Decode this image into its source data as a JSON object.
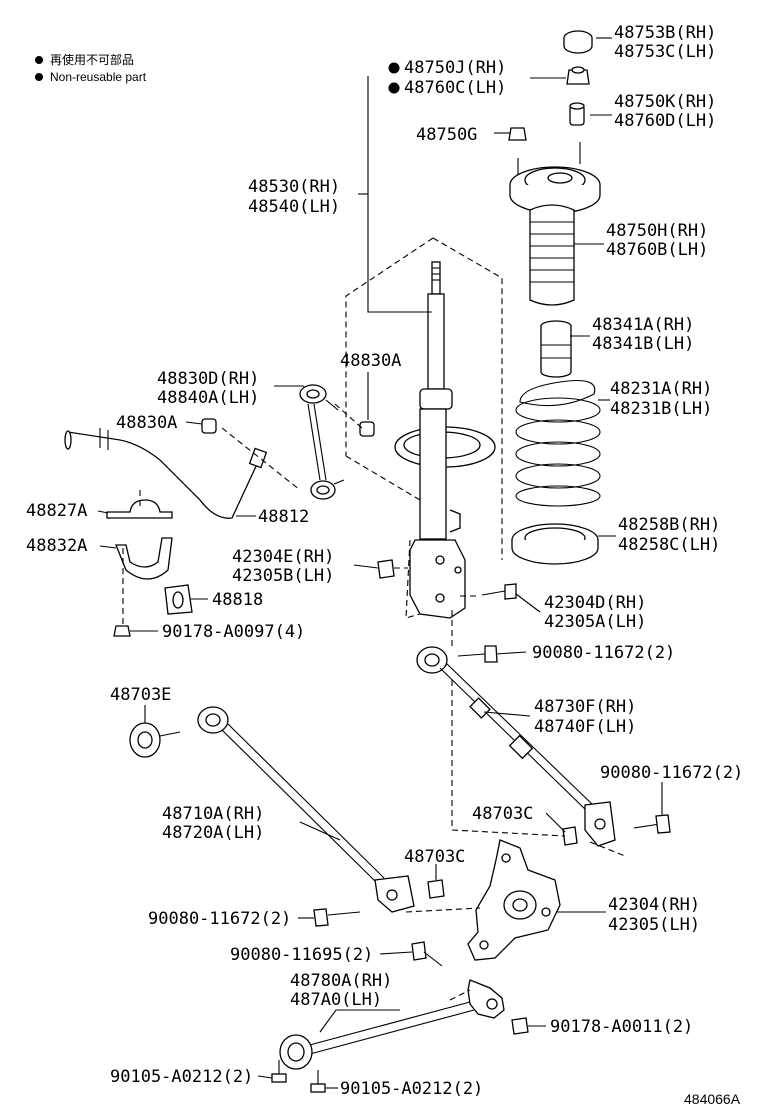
{
  "legend": {
    "line1": "再使用不可部品",
    "line2": "Non-reusable part"
  },
  "labels": {
    "p48753": [
      "48753B(RH)",
      "48753C(LH)"
    ],
    "p48750J": [
      "48750J(RH)",
      "48760C(LH)"
    ],
    "p48750K": [
      "48750K(RH)",
      "48760D(LH)"
    ],
    "p48750G": [
      "48750G"
    ],
    "p48530": [
      "48530(RH)",
      "48540(LH)"
    ],
    "p48750H": [
      "48750H(RH)",
      "48760B(LH)"
    ],
    "p48341": [
      "48341A(RH)",
      "48341B(LH)"
    ],
    "p48830A_top": [
      "48830A"
    ],
    "p48830D": [
      "48830D(RH)",
      "48840A(LH)"
    ],
    "p48231": [
      "48231A(RH)",
      "48231B(LH)"
    ],
    "p48830A_left": [
      "48830A"
    ],
    "p48827A": [
      "48827A"
    ],
    "p48812": [
      "48812"
    ],
    "p48258": [
      "48258B(RH)",
      "48258C(LH)"
    ],
    "p48832A": [
      "48832A"
    ],
    "p42304E": [
      "42304E(RH)",
      "42305B(LH)"
    ],
    "p48818": [
      "48818"
    ],
    "p42304D": [
      "42304D(RH)",
      "42305A(LH)"
    ],
    "p90178a": [
      "90178-A0097(4)"
    ],
    "p90080a": [
      "90080-11672(2)"
    ],
    "p48703E": [
      "48703E"
    ],
    "p48730F": [
      "48730F(RH)",
      "48740F(LH)"
    ],
    "p90080b": [
      "90080-11672(2)"
    ],
    "p48710A": [
      "48710A(RH)",
      "48720A(LH)"
    ],
    "p48703C_a": [
      "48703C"
    ],
    "p48703C_b": [
      "48703C"
    ],
    "p42304": [
      "42304(RH)",
      "42305(LH)"
    ],
    "p90080c": [
      "90080-11672(2)"
    ],
    "p90080d": [
      "90080-11695(2)"
    ],
    "p48780A": [
      "48780A(RH)",
      "487A0(LH)"
    ],
    "p90178b": [
      "90178-A0011(2)"
    ],
    "p90105a": [
      "90105-A0212(2)"
    ],
    "p90105b": [
      "90105-A0212(2)"
    ]
  },
  "figure_id": "484066A"
}
